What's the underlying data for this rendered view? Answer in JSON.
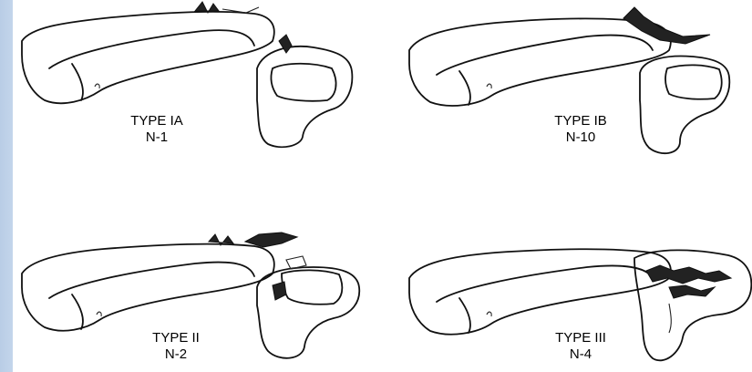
{
  "panels": [
    {
      "type_label": "TYPE IA",
      "count_label": "N-1"
    },
    {
      "type_label": "TYPE IB",
      "count_label": "N-10"
    },
    {
      "type_label": "TYPE II",
      "count_label": "N-2"
    },
    {
      "type_label": "TYPE III",
      "count_label": "N-4"
    }
  ],
  "colors": {
    "sidebar": "#c3d5eb",
    "line": "#111111",
    "background": "#ffffff"
  }
}
